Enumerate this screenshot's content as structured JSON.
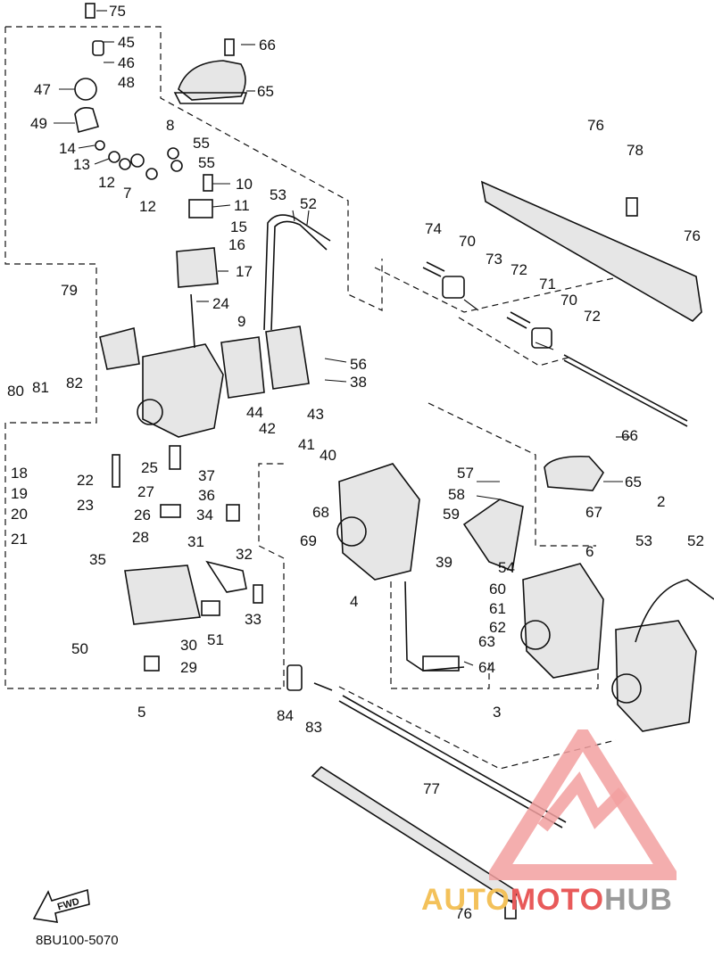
{
  "drawing_code": "8BU100-5070",
  "fwd_label": "FWD",
  "watermark": {
    "part1": "AUTO",
    "part2": "MOTO",
    "part3": "HUB",
    "color_red": "#e85a5a",
    "color_yellow": "#f3c15a",
    "color_gray": "#9a9a9a"
  },
  "callouts": [
    {
      "num": "75"
    },
    {
      "num": "45"
    },
    {
      "num": "46"
    },
    {
      "num": "47"
    },
    {
      "num": "48"
    },
    {
      "num": "49"
    },
    {
      "num": "14"
    },
    {
      "num": "13"
    },
    {
      "num": "12"
    },
    {
      "num": "7"
    },
    {
      "num": "12"
    },
    {
      "num": "8"
    },
    {
      "num": "55"
    },
    {
      "num": "55"
    },
    {
      "num": "10"
    },
    {
      "num": "11"
    },
    {
      "num": "15"
    },
    {
      "num": "16"
    },
    {
      "num": "17"
    },
    {
      "num": "24"
    },
    {
      "num": "9"
    },
    {
      "num": "53"
    },
    {
      "num": "52"
    },
    {
      "num": "66"
    },
    {
      "num": "65"
    },
    {
      "num": "79"
    },
    {
      "num": "80"
    },
    {
      "num": "81"
    },
    {
      "num": "82"
    },
    {
      "num": "56"
    },
    {
      "num": "38"
    },
    {
      "num": "44"
    },
    {
      "num": "42"
    },
    {
      "num": "43"
    },
    {
      "num": "41"
    },
    {
      "num": "40"
    },
    {
      "num": "68"
    },
    {
      "num": "69"
    },
    {
      "num": "18"
    },
    {
      "num": "19"
    },
    {
      "num": "20"
    },
    {
      "num": "21"
    },
    {
      "num": "22"
    },
    {
      "num": "23"
    },
    {
      "num": "25"
    },
    {
      "num": "27"
    },
    {
      "num": "26"
    },
    {
      "num": "28"
    },
    {
      "num": "37"
    },
    {
      "num": "36"
    },
    {
      "num": "34"
    },
    {
      "num": "31"
    },
    {
      "num": "35"
    },
    {
      "num": "32"
    },
    {
      "num": "33"
    },
    {
      "num": "51"
    },
    {
      "num": "50"
    },
    {
      "num": "30"
    },
    {
      "num": "29"
    },
    {
      "num": "5"
    },
    {
      "num": "74"
    },
    {
      "num": "70"
    },
    {
      "num": "73"
    },
    {
      "num": "72"
    },
    {
      "num": "71"
    },
    {
      "num": "70"
    },
    {
      "num": "72"
    },
    {
      "num": "76"
    },
    {
      "num": "78"
    },
    {
      "num": "76"
    },
    {
      "num": "4"
    },
    {
      "num": "57"
    },
    {
      "num": "58"
    },
    {
      "num": "59"
    },
    {
      "num": "39"
    },
    {
      "num": "54"
    },
    {
      "num": "60"
    },
    {
      "num": "61"
    },
    {
      "num": "62"
    },
    {
      "num": "63"
    },
    {
      "num": "64"
    },
    {
      "num": "3"
    },
    {
      "num": "66"
    },
    {
      "num": "65"
    },
    {
      "num": "67"
    },
    {
      "num": "6"
    },
    {
      "num": "2"
    },
    {
      "num": "53"
    },
    {
      "num": "52"
    },
    {
      "num": "84"
    },
    {
      "num": "83"
    },
    {
      "num": "77"
    },
    {
      "num": "76"
    }
  ]
}
